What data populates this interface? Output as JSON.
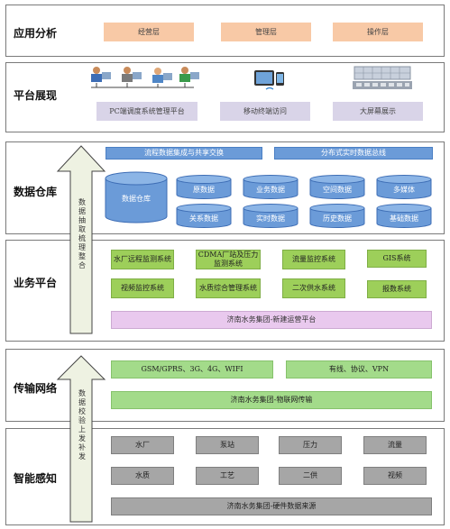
{
  "layers": {
    "app": {
      "label": "应用分析",
      "boxes": [
        "经营层",
        "管理层",
        "操作层"
      ]
    },
    "platform": {
      "label": "平台展现",
      "boxes": [
        "PC端调度系统管理平台",
        "移动终端访问",
        "大屏幕展示"
      ]
    },
    "warehouse": {
      "label": "数据仓库",
      "top": [
        "流程数据集成与共享交换",
        "分布式实时数据总线"
      ],
      "main_db": "数据仓库",
      "dbs": [
        "原数据",
        "业务数据",
        "空间数据",
        "多媒体",
        "关系数据",
        "实时数据",
        "历史数据",
        "基础数据"
      ],
      "arrow_text": "数据抽取 梳理 整合"
    },
    "business": {
      "label": "业务平台",
      "systems": [
        "水厂远程监测系统",
        "CDMA厂站及压力监测系统",
        "流量监控系统",
        "GIS系统",
        "视频监控系统",
        "水质综合管理系统",
        "二次供水系统",
        "报数系统"
      ],
      "bottom": "济南水务集团-新建运营平台"
    },
    "network": {
      "label": "传输网络",
      "left": "GSM/GPRS、3G、4G、WIFI",
      "right": "有线、协议、VPN",
      "bottom": "济南水务集团-物联网传输",
      "arrow_text": "数据校验 上发 补发"
    },
    "sensing": {
      "label": "智能感知",
      "items": [
        "水厂",
        "泵站",
        "压力",
        "流量",
        "水质",
        "工艺",
        "二供",
        "视频"
      ],
      "bottom": "济南水务集团-硬件数据来源"
    }
  },
  "colors": {
    "orange": "#f8c9a6",
    "lavender": "#d9d4e8",
    "blue": "#6b9bd8",
    "green": "#9dcf5a",
    "pink": "#e9c9ee",
    "grey": "#a6a6a6",
    "arrow": "#eef2e2"
  }
}
